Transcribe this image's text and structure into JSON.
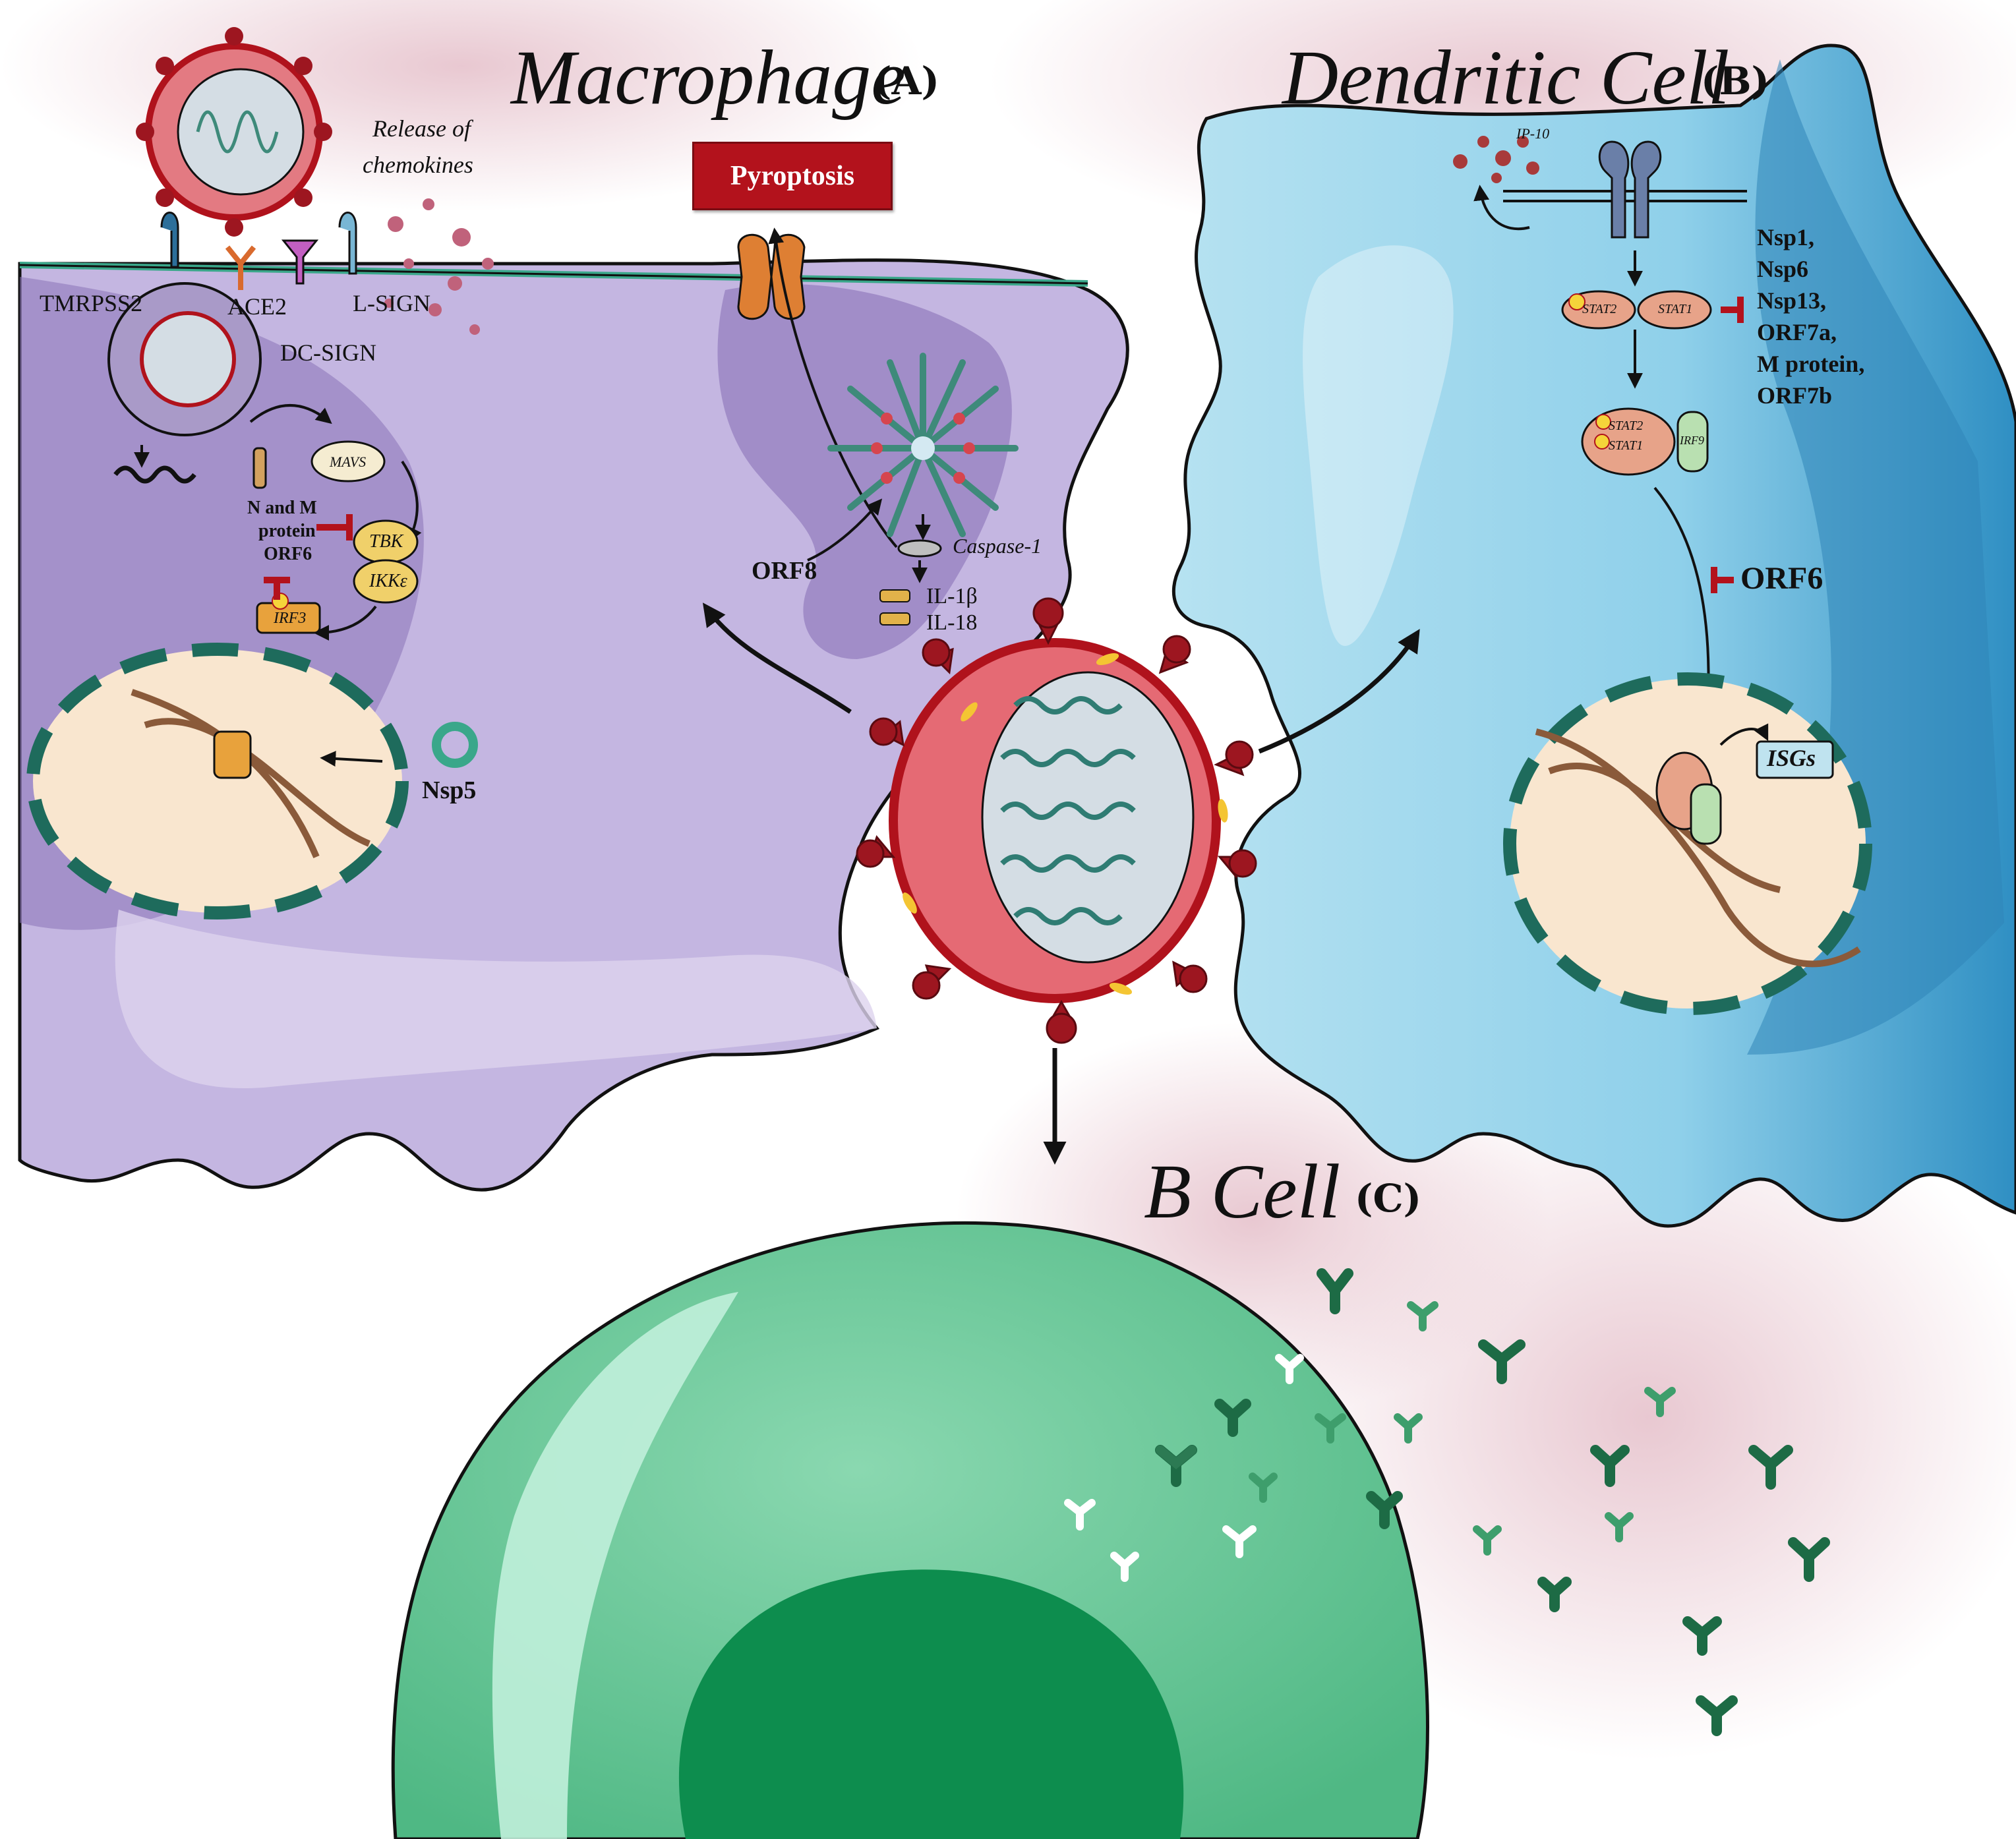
{
  "titles": {
    "macrophage": "Macrophage",
    "macrophage_tag": "(A)",
    "dendritic": "Dendritic Cell",
    "dendritic_tag": "(B)",
    "bcell": "B Cell",
    "bcell_tag": "(C)"
  },
  "macrophage_labels": {
    "release_of": "Release of",
    "chemokines": "chemokines",
    "pyroptosis": "Pyroptosis",
    "tmprss2": "TMRPSS2",
    "ace2": "ACE2",
    "l_sign": "L-SIGN",
    "dc_sign": "DC-SIGN",
    "mavs": "MAVS",
    "n_and_m": "N and M",
    "protein": "protein",
    "orf6": "ORF6",
    "tbk": "TBK",
    "ikke": "IKKε",
    "irf3": "IRF3",
    "nsp5": "Nsp5",
    "caspase1": "Caspase-1",
    "orf8": "ORF8",
    "il1b": "IL-1β",
    "il18": "IL-18"
  },
  "dendritic_labels": {
    "ip10": "IP-10",
    "stat2": "STAT2",
    "stat1": "STAT1",
    "irf9": "IRF9",
    "inhibitors": [
      "Nsp1,",
      "Nsp6",
      "Nsp13,",
      "ORF7a,",
      "M protein,",
      "ORF7b"
    ],
    "orf6": "ORF6",
    "isgs": "ISGs"
  },
  "colors": {
    "macrophage_light": "#c4b6e1",
    "macrophage_dark": "#8b72b8",
    "dendritic_light": "#a9dcee",
    "dendritic_dark": "#3f9dcc",
    "bcell": "#6cc89a",
    "bcell_dark": "#0d8d4e",
    "virus_red": "#b0121c",
    "inhibitor_red": "#b3121c",
    "membrane_teal": "#3aa78a",
    "nucleus_cream": "#f9e6cf",
    "background_pink": "#ecd6dc"
  }
}
